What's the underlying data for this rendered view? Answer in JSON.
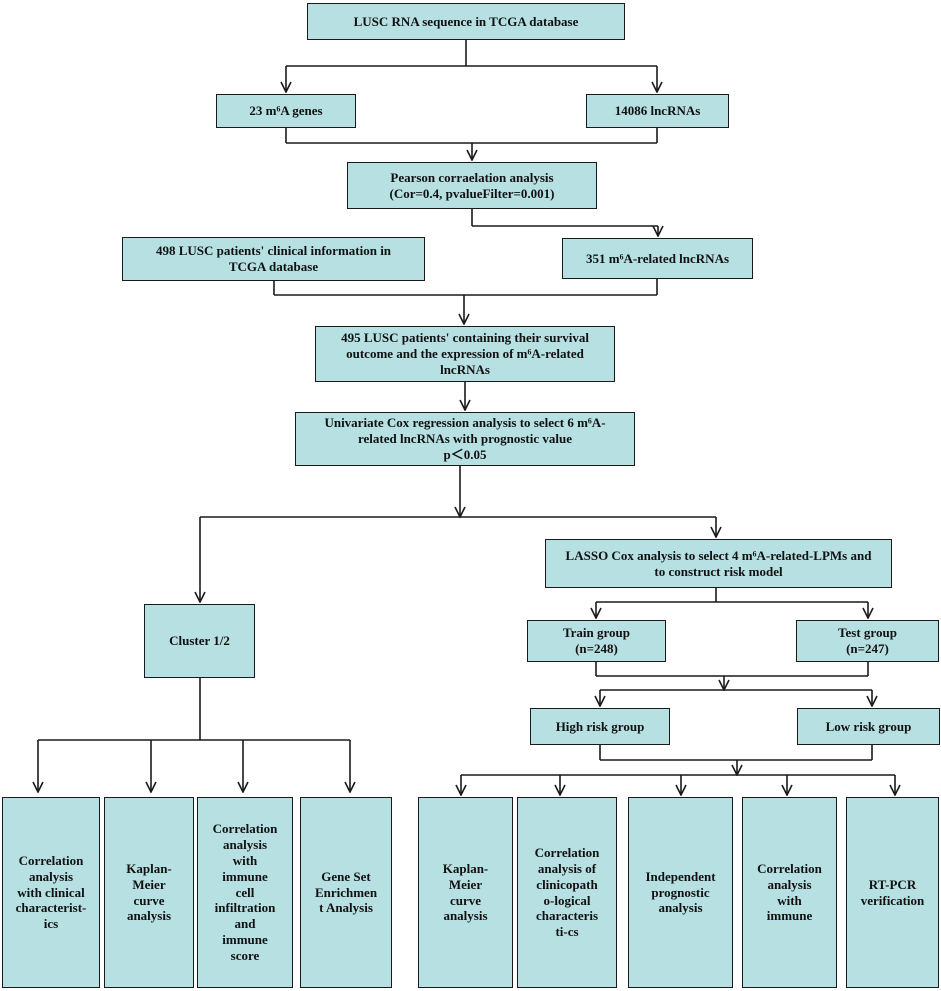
{
  "colors": {
    "box_fill": "#b7e0e3",
    "box_border": "#1a1a1a",
    "line": "#1a1a1a"
  },
  "boxes": {
    "tcga": "LUSC RNA sequence in TCGA database",
    "m6a_genes": "23 m⁶A genes",
    "lncrnas": "14086 lncRNAs",
    "pearson": "Pearson corraelation analysis\n(Cor=0.4, pvalueFilter=0.001)",
    "clinical": "498 LUSC patients' clinical information in\nTCGA database",
    "related": "351 m⁶A-related lncRNAs",
    "patients495": "495 LUSC patients' containing their survival\noutcome and the expression of m⁶A-related\nlncRNAs",
    "univariate": "Univariate Cox regression analysis to select 6 m⁶A-\nrelated lncRNAs with prognostic value\np＜0.05",
    "lasso": "LASSO Cox analysis to select 4 m⁶A-related-LPMs and\nto construct risk model",
    "cluster": "Cluster 1/2",
    "train": "Train group\n(n=248)",
    "test": "Test group\n(n=247)",
    "high": "High risk group",
    "low": "Low risk group",
    "c_corr": "Correlation\nanalysis\nwith clinical\ncharacterist-\nics",
    "c_km": "Kaplan-\nMeier\ncurve\nanalysis",
    "c_immune": "Correlation\nanalysis\nwith\nimmune\ncell\ninfiltration\nand\nimmune\nscore",
    "c_gsea": "Gene Set\nEnrichmen\nt Analysis",
    "r_km": "Kaplan-\nMeier\ncurve\nanalysis",
    "r_clin": "Correlation\nanalysis of\nclinicopath\no-logical\ncharacteris\nti-cs",
    "r_indep": "Independent\nprognostic\nanalysis",
    "r_immune": "Correlation\nanalysis\nwith\nimmune",
    "r_pcr": "RT-PCR\nverification"
  }
}
